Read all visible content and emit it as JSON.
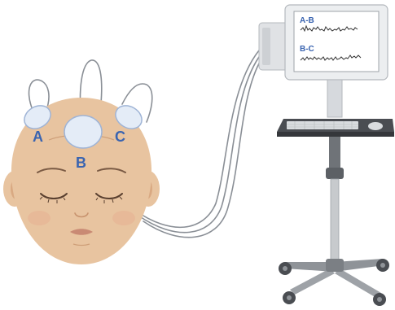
{
  "electrodes": [
    {
      "id": "A",
      "label": "A"
    },
    {
      "id": "B",
      "label": "B"
    },
    {
      "id": "C",
      "label": "C"
    }
  ],
  "monitor": {
    "channels": [
      {
        "label": "A-B"
      },
      {
        "label": "B-C"
      }
    ]
  },
  "colors": {
    "skin": "#e8c4a0",
    "skin_shadow": "#d9a982",
    "electrode": "#e4ecf7",
    "electrode_stroke": "#9fb4d6",
    "label_blue": "#3a64b0",
    "wire": "#8a8f96",
    "device": "#eceef0",
    "device_dark": "#4a4d52",
    "screen": "#ffffff",
    "trace": "#333333"
  },
  "icons": [
    "head-illustration",
    "eeg-monitor",
    "keyboard",
    "mouse",
    "rolling-stand"
  ]
}
